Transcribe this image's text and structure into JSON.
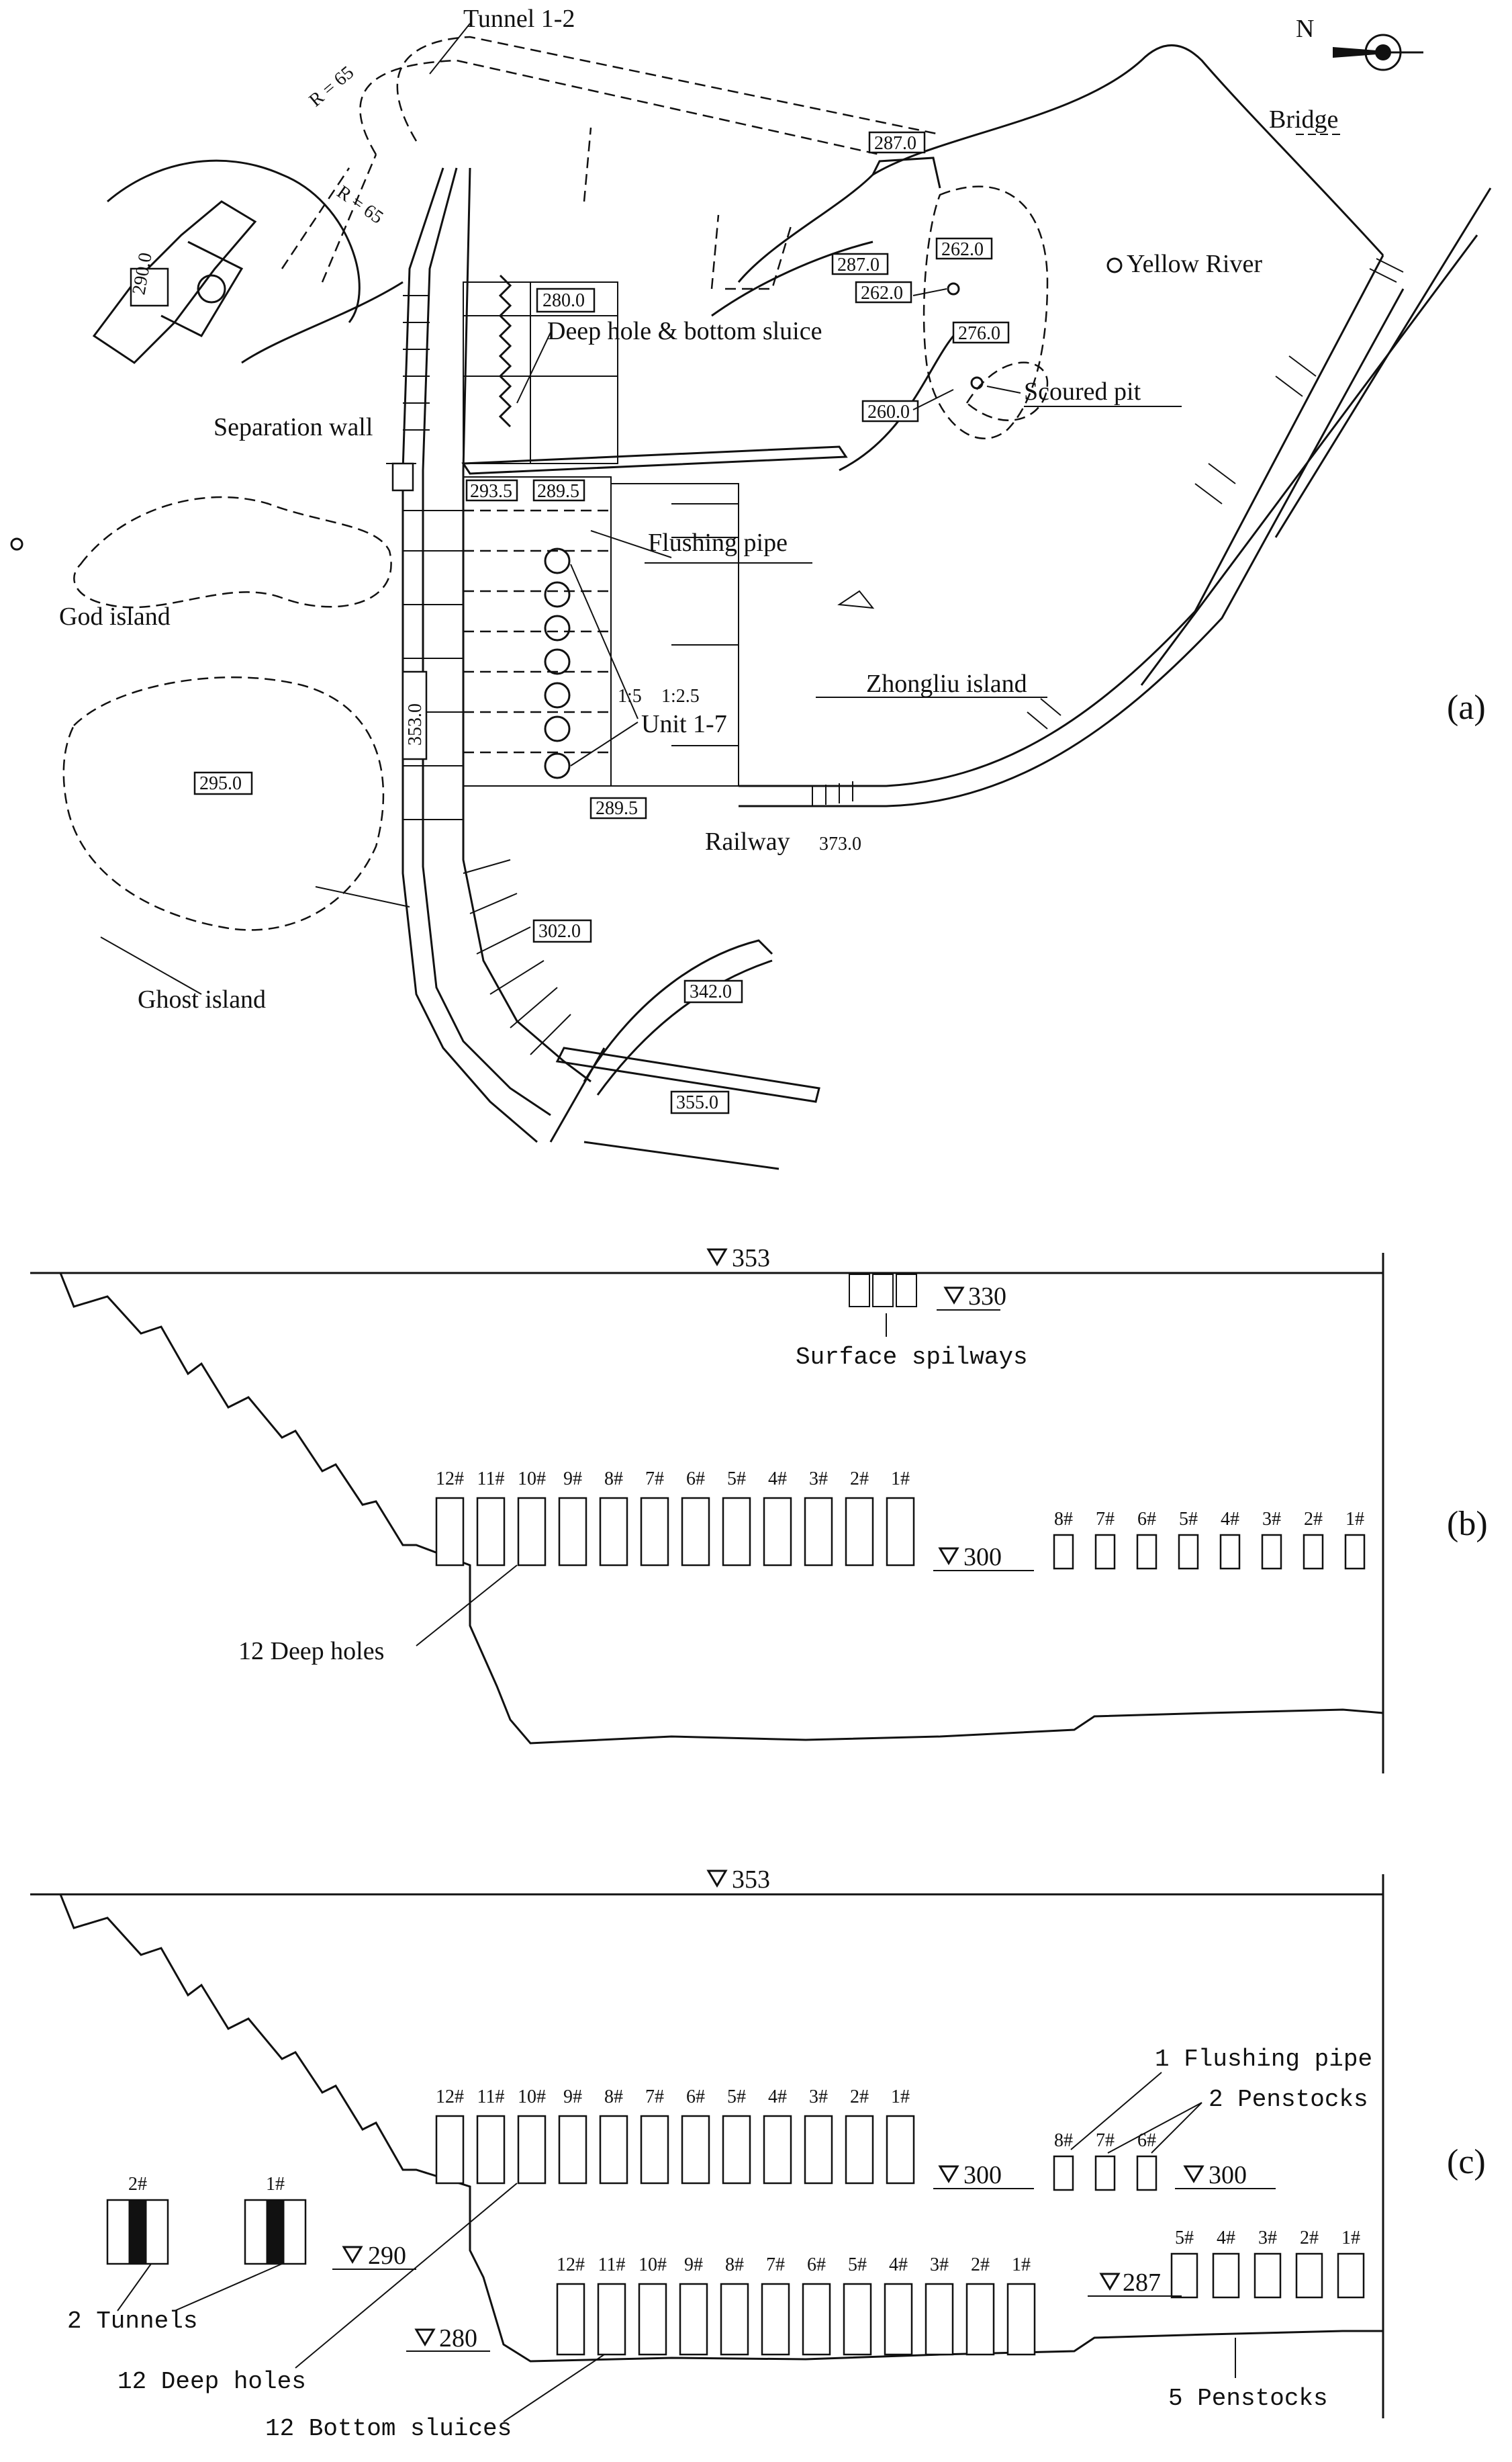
{
  "panel_a": {
    "label": "(a)",
    "north": "N",
    "labels": {
      "tunnel": "Tunnel 1-2",
      "bridge": "Bridge",
      "yellow_river": "Yellow River",
      "deep_hole": "Deep hole & bottom sluice",
      "scoured_pit": "Scoured pit",
      "separation_wall": "Separation wall",
      "flushing_pipe": "Flushing pipe",
      "god_island": "God island",
      "zhongliu_island": "Zhongliu island",
      "units": "Unit 1-7",
      "railway": "Railway",
      "ghost_island": "Ghost island",
      "r1": "R = 65",
      "r2": "R = 65",
      "slope1": "1:5",
      "slope2": "1:2.5",
      "rail_elev": "373.0"
    },
    "elevations": [
      "287.0",
      "287.0",
      "262.0",
      "262.0",
      "276.0",
      "260.0",
      "280.0",
      "293.5",
      "289.5",
      "353.0",
      "295.0",
      "289.5",
      "302.0",
      "342.0",
      "355.0",
      "290.0"
    ]
  },
  "panel_b": {
    "label": "(b)",
    "crest": "353",
    "spillway_level": "330",
    "spillway_label": "Surface spilways",
    "level": "300",
    "deep_holes_label": "12 Deep holes",
    "deep_hole_nums": [
      "12#",
      "11#",
      "10#",
      "9#",
      "8#",
      "7#",
      "6#",
      "5#",
      "4#",
      "3#",
      "2#",
      "1#"
    ],
    "right_nums": [
      "8#",
      "7#",
      "6#",
      "5#",
      "4#",
      "3#",
      "2#",
      "1#"
    ]
  },
  "panel_c": {
    "label": "(c)",
    "crest": "353",
    "flushing_label": "1 Flushing pipe",
    "penstocks2_label": "2 Penstocks",
    "deep_hole_nums": [
      "12#",
      "11#",
      "10#",
      "9#",
      "8#",
      "7#",
      "6#",
      "5#",
      "4#",
      "3#",
      "2#",
      "1#"
    ],
    "level_300a": "300",
    "upper_right_nums": [
      "8#",
      "7#",
      "6#"
    ],
    "level_300b": "300",
    "tunnel_nums": [
      "2#",
      "1#"
    ],
    "level_290": "290",
    "bottom_nums": [
      "12#",
      "11#",
      "10#",
      "9#",
      "8#",
      "7#",
      "6#",
      "5#",
      "4#",
      "3#",
      "2#",
      "1#"
    ],
    "penstock_nums": [
      "5#",
      "4#",
      "3#",
      "2#",
      "1#"
    ],
    "level_287": "287",
    "level_280": "280",
    "tunnels_label": "2 Tunnels",
    "deep_holes_label": "12 Deep holes",
    "bottom_sluices_label": "12 Bottom sluices",
    "penstocks5_label": "5 Penstocks"
  }
}
